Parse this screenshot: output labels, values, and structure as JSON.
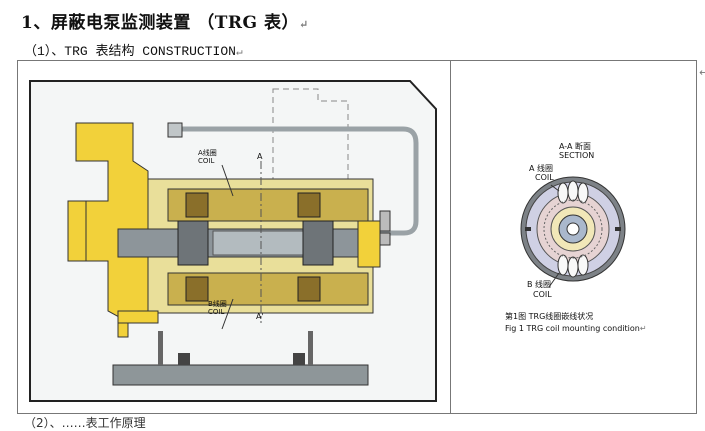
{
  "heading": {
    "text": "1、屏蔽电泵监测装置 （TRG 表）",
    "mark": "↵"
  },
  "subheading": {
    "text": "（1）、TRG 表结构 CONSTRUCTION",
    "mark": "↵"
  },
  "pump_diagram": {
    "label_a_coil_cn": "A线圈",
    "label_a_coil_en": "COIL",
    "label_a": "A",
    "label_b_coil_cn": "B线圈",
    "label_b_coil_en": "COIL",
    "label_a_prime": "A'"
  },
  "section_diagram": {
    "section_cn": "A-A 断面",
    "section_en": "SECTION",
    "a_coil_cn": "A 线圈",
    "a_coil_en": "COIL",
    "b_coil_cn": "B 线圈",
    "b_coil_en": "COIL",
    "caption_cn": "第1图  TRG线圈嵌线状况",
    "caption_en": "Fig 1  TRG coil mounting condition",
    "caption_mark": "↵"
  },
  "edge_mark": "↵",
  "bottom_text": "（2）、……表工作原理"
}
